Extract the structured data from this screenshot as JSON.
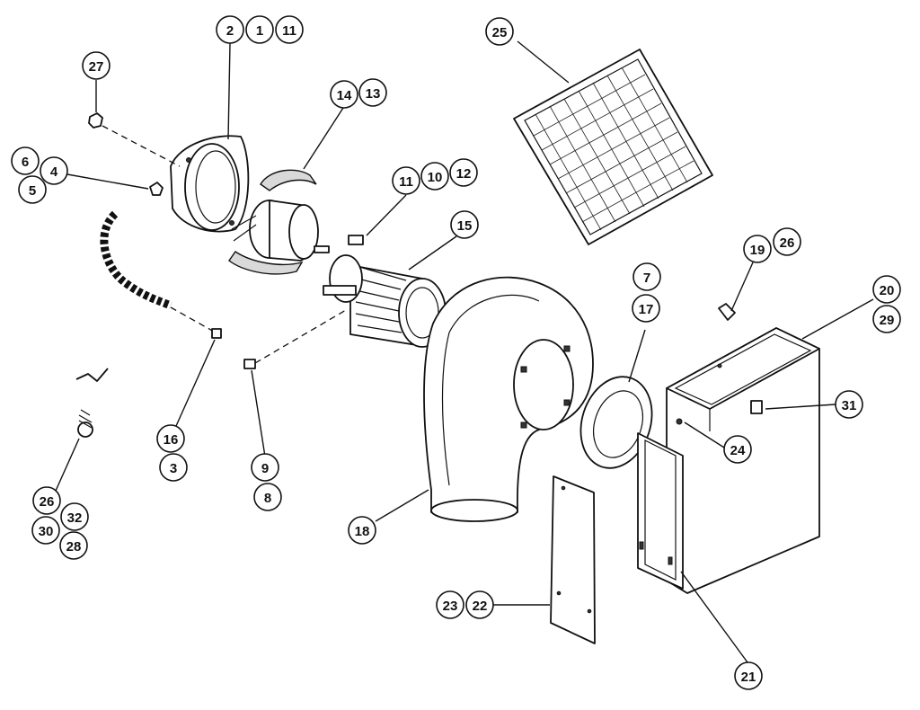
{
  "callouts": {
    "c2": "2",
    "c1": "1",
    "c11a": "11",
    "c27": "27",
    "c6": "6",
    "c4": "4",
    "c5": "5",
    "c14": "14",
    "c13": "13",
    "c11b": "11",
    "c10": "10",
    "c12": "12",
    "c15": "15",
    "c25": "25",
    "c19": "19",
    "c26a": "26",
    "c7": "7",
    "c17": "17",
    "c20": "20",
    "c29": "29",
    "c31": "31",
    "c24": "24",
    "c16": "16",
    "c3": "3",
    "c9": "9",
    "c8": "8",
    "c18": "18",
    "c26b": "26",
    "c32": "32",
    "c30": "30",
    "c28": "28",
    "c23": "23",
    "c22": "22",
    "c21": "21"
  },
  "parts": {
    "motor_mount_ring": "motor-mount-ring",
    "motor": "blower-motor",
    "motor_clamp_bands": "motor-clamp-bands",
    "wire_harness": "wire-harness",
    "blower_wheel": "blower-wheel",
    "scroll_housing": "blower-scroll-housing",
    "grease_filter": "grease-filter",
    "flange_ring": "inlet-flange-ring",
    "duct_box": "discharge-duct-box",
    "cover_plate": "cover-plate"
  }
}
